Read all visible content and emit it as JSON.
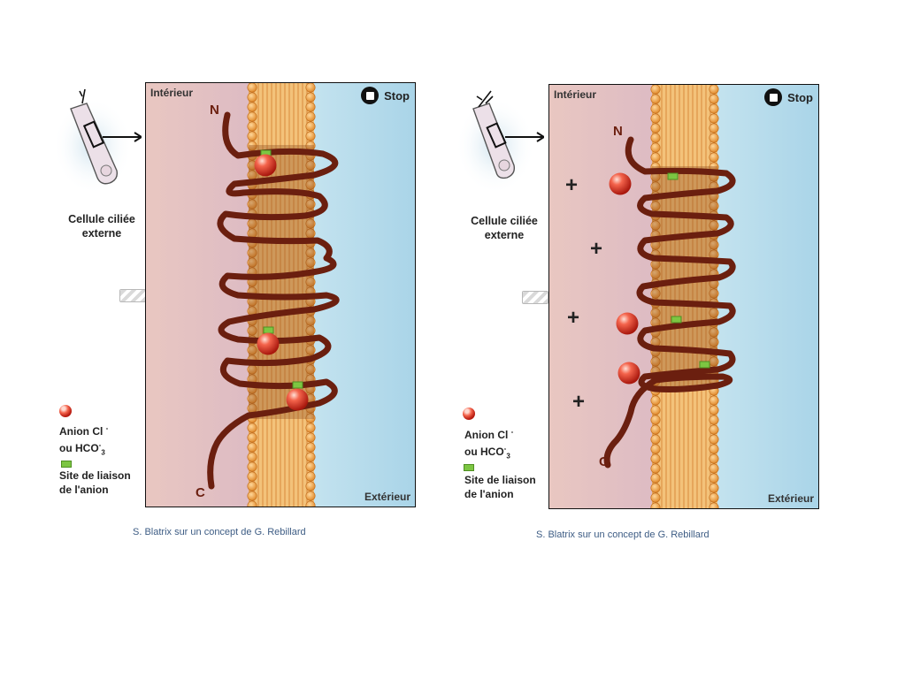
{
  "panels": [
    {
      "cell_caption_line1": "Cellule ciliée",
      "cell_caption_line2": "externe",
      "interior_label": "Intérieur",
      "exterior_label": "Extérieur",
      "stop_label": "Stop",
      "n_label": "N",
      "c_label": "C",
      "legend": {
        "anion_line1": "Anion Cl",
        "anion_line1_sup": "-",
        "anion_line2": "ou HCO",
        "anion_line2_sup": "-",
        "anion_line2_sub": "3",
        "site_line1": "Site de liaison",
        "site_line2": "de l'anion"
      },
      "plus_signs": [],
      "credit": "S. Blatrix sur un concept de G. Rebillard"
    },
    {
      "cell_caption_line1": "Cellule ciliée",
      "cell_caption_line2": "externe",
      "interior_label": "Intérieur",
      "exterior_label": "Extérieur",
      "stop_label": "Stop",
      "n_label": "N",
      "c_label": "C",
      "legend": {
        "anion_line1": "Anion Cl",
        "anion_line1_sup": "-",
        "anion_line2": "ou HCO",
        "anion_line2_sup": "-",
        "anion_line2_sub": "3",
        "site_line1": "Site de liaison",
        "site_line2": "de l'anion"
      },
      "plus_signs": [
        "+",
        "+",
        "+",
        "+"
      ],
      "credit": "S. Blatrix sur un concept de G. Rebillard"
    }
  ],
  "colors": {
    "interior": "#e8c4bd",
    "exterior": "#bfe0ee",
    "lipid_head": "#f6b25c",
    "lipid_tail": "#eda55a",
    "protein": "#6b1f0f",
    "anion": "#e8453a",
    "binding_site": "#7cc642",
    "credit": "#3d5c84"
  }
}
